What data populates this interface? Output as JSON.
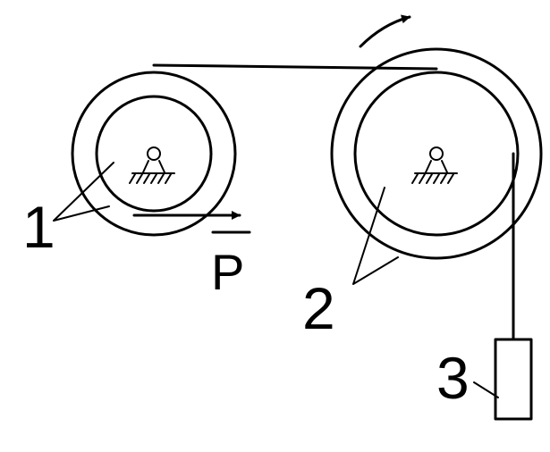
{
  "labels": {
    "pulley_1": "1",
    "pulley_2": "2",
    "weight_3": "3",
    "force": "P"
  }
}
